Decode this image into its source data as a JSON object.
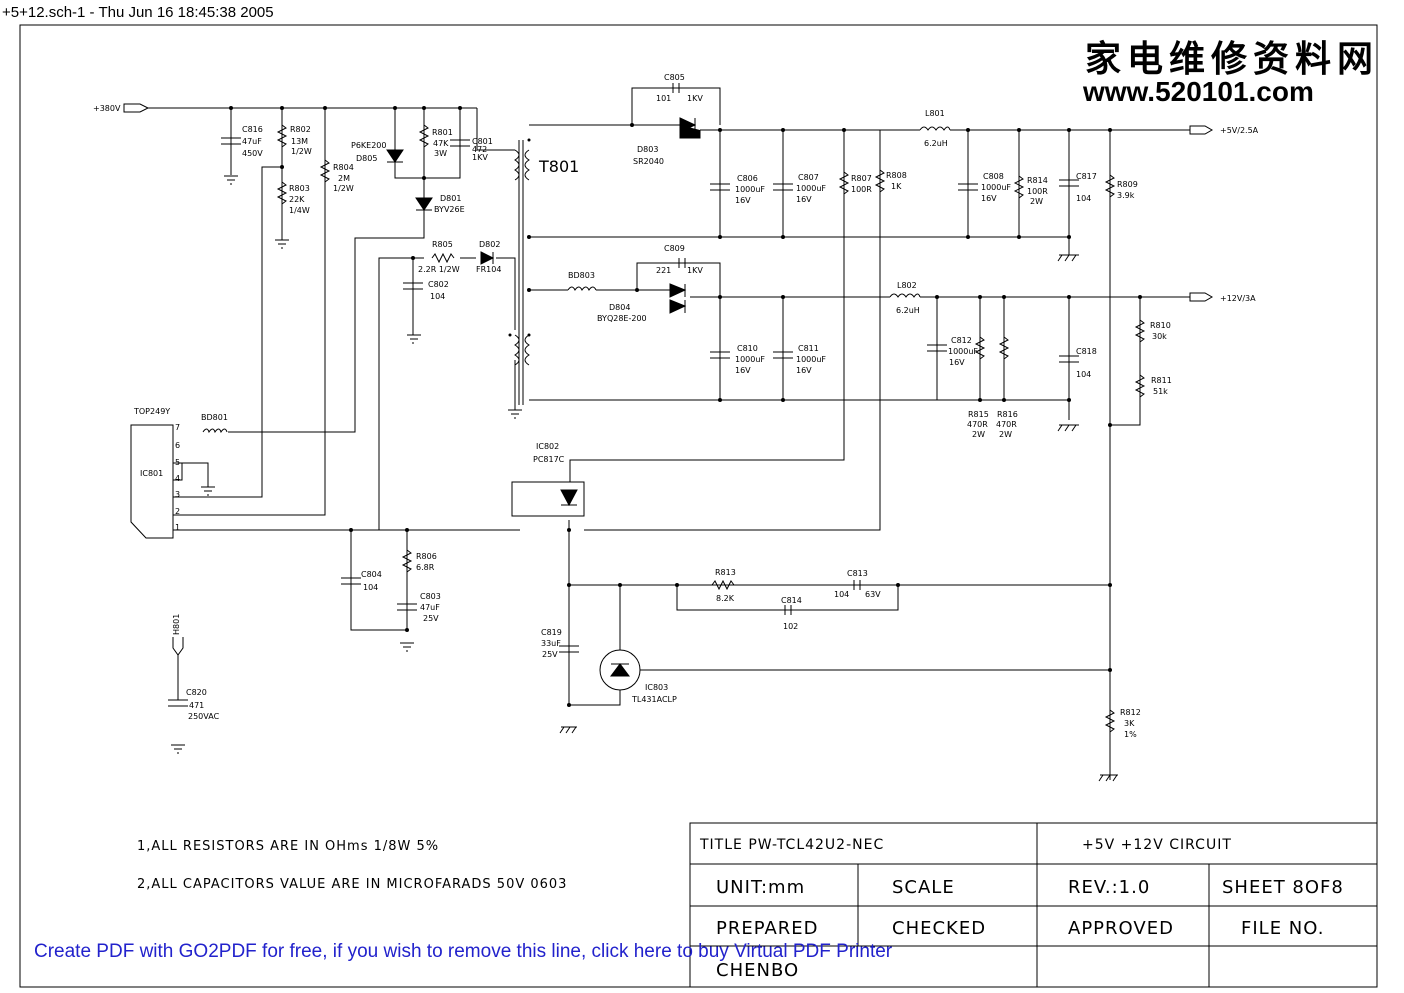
{
  "header": {
    "title": "+5+12.sch-1 - Thu Jun 16 18:45:38 2005"
  },
  "watermark": {
    "chinese": "家电维修资料网",
    "url": "www.520101.com"
  },
  "pdf_notice": "Create PDF with GO2PDF for free, if you wish to remove this line, click here to buy Virtual PDF Printer",
  "nets": {
    "input": "+380V",
    "out5": "+5V/2.5A",
    "out12": "+12V/3A"
  },
  "labels": {
    "c816": "C816",
    "c816_v": "47uF",
    "c816_r": "450V",
    "r802": "R802",
    "r802_v": "13M",
    "r802_p": "1/2W",
    "r803": "R803",
    "r803_v": "22K",
    "r803_p": "1/4W",
    "r804": "R804",
    "r804_v": "2M",
    "r804_p": "1/2W",
    "p6ke": "P6KE200",
    "d805": "D805",
    "r801": "R801",
    "r801_v": "47K",
    "r801_p": "3W",
    "c801": "C801",
    "c801_v": "472",
    "c801_r": "1KV",
    "d801": "D801",
    "d801_v": "BYV26E",
    "t801": "T801",
    "c805": "C805",
    "c805_v": "101",
    "c805_r": "1KV",
    "d803": "D803",
    "d803_v": "SR2040",
    "l801": "L801",
    "l801_v": "6.2uH",
    "c806": "C806",
    "c806_v": "1000uF",
    "c806_r": "16V",
    "c807": "C807",
    "c807_v": "1000uF",
    "c807_r": "16V",
    "r807": "R807",
    "r807_v": "100R",
    "r808": "R808",
    "r808_v": "1K",
    "c808": "C808",
    "c808_v": "1000uF",
    "c808_r": "16V",
    "r814": "R814",
    "r814_v": "100R",
    "r814_p": "2W",
    "c817": "C817",
    "c817_v": "104",
    "r809": "R809",
    "r809_v": "3.9k",
    "r805": "R805",
    "r805_v": "2.2R 1/2W",
    "d802": "D802",
    "d802_v": "FR104",
    "c802": "C802",
    "c802_v": "104",
    "c809": "C809",
    "c809_v": "221",
    "c809_r": "1KV",
    "bd803": "BD803",
    "d804": "D804",
    "d804_v": "BYQ28E-200",
    "l802": "L802",
    "l802_v": "6.2uH",
    "c810": "C810",
    "c810_v": "1000uF",
    "c810_r": "16V",
    "c811": "C811",
    "c811_v": "1000uF",
    "c811_r": "16V",
    "c812": "C812",
    "c812_v": "1000uF",
    "c812_r": "16V",
    "r815": "R815",
    "r815_v": "470R",
    "r815_p": "2W",
    "r816": "R816",
    "r816_v": "470R",
    "r816_p": "2W",
    "c818": "C818",
    "c818_v": "104",
    "r810": "R810",
    "r810_v": "30k",
    "r811": "R811",
    "r811_v": "51k",
    "top249y": "TOP249Y",
    "bd801": "BD801",
    "ic801": "IC801",
    "pin7": "7",
    "pin6": "6",
    "pin5": "5",
    "pin4": "4",
    "pin3": "3",
    "pin2": "2",
    "pin1": "1",
    "ic802": "IC802",
    "ic802_v": "PC817C",
    "c804": "C804",
    "c804_v": "104",
    "r806": "R806",
    "r806_v": "6.8R",
    "c803": "C803",
    "c803_v": "47uF",
    "c803_r": "25V",
    "r813": "R813",
    "r813_v": "8.2K",
    "c813": "C813",
    "c813_v": "104",
    "c813_r": "63V",
    "c814": "C814",
    "c814_v": "102",
    "c819": "C819",
    "c819_v": "33uF",
    "c819_r": "25V",
    "ic803": "IC803",
    "ic803_v": "TL431ACLP",
    "r812": "R812",
    "r812_v": "3K",
    "r812_p": "1%",
    "h801": "H801",
    "c820": "C820",
    "c820_v": "471",
    "c820_r": "250VAC"
  },
  "notes": {
    "note1": "1,ALL RESISTORS ARE IN OHms 1/8W 5%",
    "note2": "2,ALL CAPACITORS VALUE ARE IN MICROFARADS 50V 0603"
  },
  "title_block": {
    "title": "TITLE  PW-TCL42U2-NEC",
    "circuit": "+5V +12V  CIRCUIT",
    "unit": "UNIT:mm",
    "scale": "SCALE",
    "rev": "REV.:1.0",
    "sheet": "SHEET 8OF8",
    "prepared": "PREPARED",
    "checked": "CHECKED",
    "approved": "APPROVED",
    "file_no": "FILE NO.",
    "author": "CHENBO"
  }
}
